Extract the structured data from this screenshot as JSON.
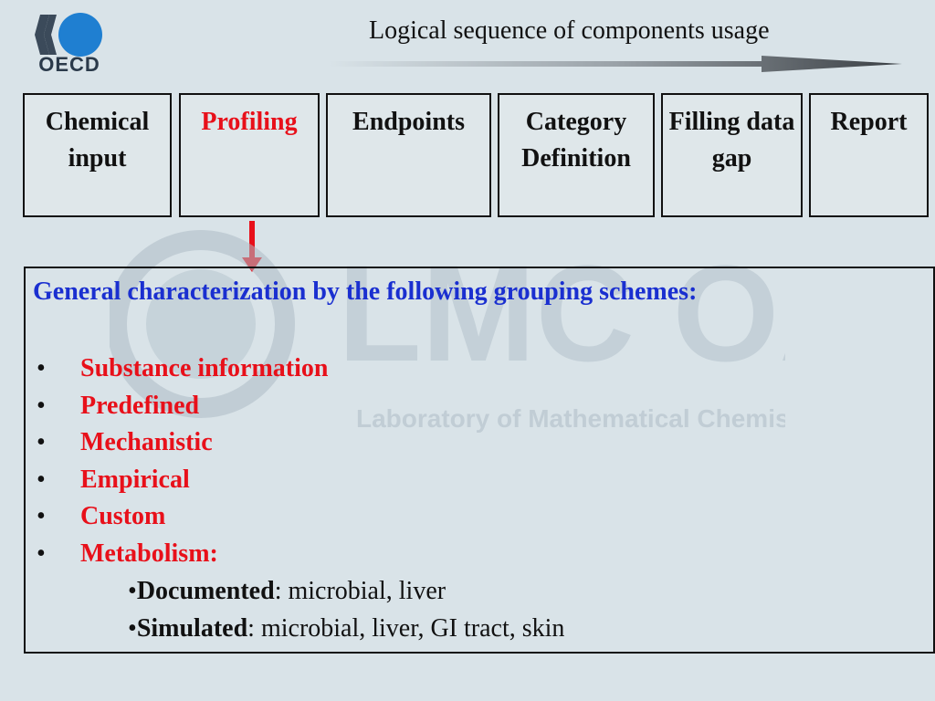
{
  "logo": {
    "text": "OECD",
    "icon": "oecd-logo-icon"
  },
  "header": {
    "title": "Logical sequence of components usage"
  },
  "steps": [
    {
      "label": "Chemical input",
      "active": false
    },
    {
      "label": "Profiling",
      "active": true
    },
    {
      "label": "Endpoints",
      "active": false
    },
    {
      "label": "Category Definition",
      "active": false
    },
    {
      "label": "Filling data gap",
      "active": false
    },
    {
      "label": "Report",
      "active": false
    }
  ],
  "watermark": {
    "logo_text": "LMC OASIS",
    "text": "Laboratory of Mathematical Chemistry"
  },
  "panel": {
    "heading": "General characterization by the following grouping schemes:",
    "items": [
      "Substance information",
      "Predefined",
      "Mechanistic",
      "Empirical",
      "Custom",
      "Metabolism:"
    ],
    "sub_items": [
      {
        "term": "Documented",
        "rest": ": microbial, liver"
      },
      {
        "term": "Simulated",
        "rest": ": microbial, liver, GI tract, skin"
      }
    ]
  },
  "colors": {
    "background": "#d9e3e8",
    "accent_red": "#e8101a",
    "heading_blue": "#1a2fd0",
    "logo_blue": "#1f7fd1"
  }
}
